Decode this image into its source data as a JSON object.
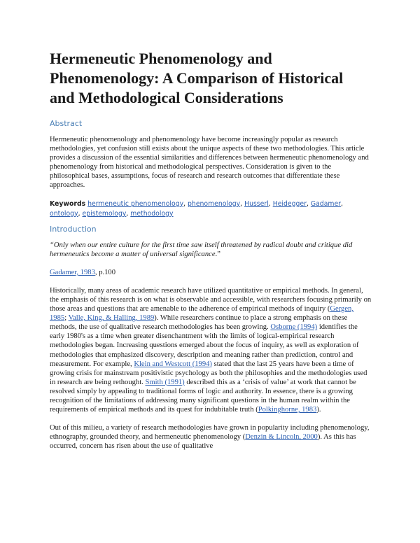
{
  "title": "Hermeneutic Phenomenology and Phenomenology: A Comparison of Historical and Methodological Considerations",
  "abstract": {
    "heading": "Abstract",
    "text": "Hermeneutic phenomenology and phenomenology have become increasingly popular as research methodologies, yet confusion still exists about the unique aspects of these two methodologies. This article provides a discussion of the essential similarities and differences between hermeneutic phenomenology and phenomenology from historical and methodological perspectives. Consideration is given to the philosophical bases, assumptions, focus of research and research outcomes that differentiate these approaches."
  },
  "keywords": {
    "label": "Keywords",
    "items": [
      "hermeneutic phenomenology",
      "phenomenology",
      "Husserl",
      "Heidegger",
      "Gadamer",
      "ontology",
      "epistemology",
      "methodology"
    ]
  },
  "introduction": {
    "heading": "Introduction",
    "quote_open": "“",
    "quote_text": "Only when our entire culture for the first time saw itself threatened by radical doubt and critique did hermeneutics become a matter of universal significance",
    "quote_close": ".”",
    "quote_cite_link": "Gadamer, 1983",
    "quote_cite_rest": ", p.100",
    "para1": {
      "t1": "Historically, many areas of academic research have utilized quantitative or empirical methods. In general, the emphasis of this research is on what is observable and accessible, with researchers focusing primarily on those areas and questions that are amenable to the adherence of empirical methods of inquiry (",
      "l1": "Gergen, 1985",
      "t2": "; ",
      "l2": "Valle, King, & Halling, 1989",
      "t3": "). While researchers continue to place a strong emphasis on these methods, the use of qualitative research methodologies has been growing. ",
      "l3": "Osborne (1994)",
      "t4": " identifies the early 1980's as a time when greater disenchantment with the limits of logical-empirical research methodologies began. Increasing questions emerged about the focus of inquiry, as well as exploration of methodologies that emphasized discovery, description and meaning rather than prediction, control and measurement. For example, ",
      "l4": "Klein and Westcott (1994)",
      "t5": " stated that the last 25 years have been a time of growing crisis for mainstream positivistic psychology as both the philosophies and the methodologies used in research are being rethought. ",
      "l5": "Smith (1991)",
      "t6": " described this as a ‘crisis of value’ at work that cannot be resolved simply by appealing to traditional forms of logic and authority. In essence, there is a growing recognition of the limitations of addressing many significant questions in the human realm within the requirements of empirical methods and its quest for indubitable truth (",
      "l6": "Polkinghorne, 1983",
      "t7": ")."
    },
    "para2": {
      "t1": "Out of this milieu, a variety of research methodologies have grown in popularity including phenomenology, ethnography, grounded theory, and hermeneutic phenomenology (",
      "l1": "Denzin & Lincoln, 2000",
      "t2": "). As this has occurred, concern has risen about the use of qualitative"
    }
  },
  "colors": {
    "heading_blue": "#4a7fb5",
    "link_blue": "#2a5db0",
    "text": "#1a1a1a"
  }
}
